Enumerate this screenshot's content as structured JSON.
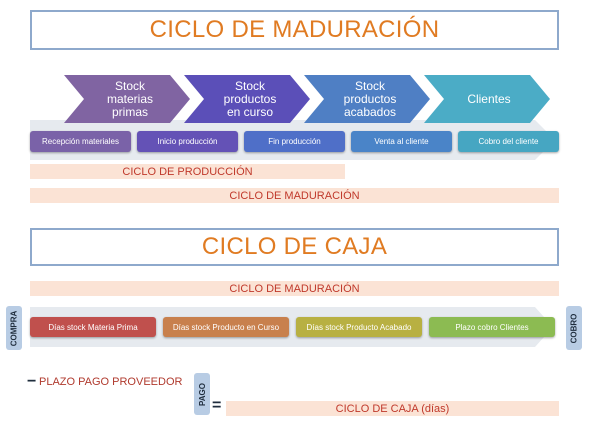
{
  "section1": {
    "title": "CICLO DE MADURACIÓN",
    "chevrons": [
      {
        "label": "Stock materias primas",
        "color": "#8064a2"
      },
      {
        "label": "Stock productos en curso",
        "color": "#5b4fb8"
      },
      {
        "label": "Stock productos acabados",
        "color": "#4f7fc4"
      },
      {
        "label": "Clientes",
        "color": "#4bacc6"
      }
    ],
    "milestones": [
      {
        "label": "Recepción materiales",
        "color": "#7a62a8"
      },
      {
        "label": "Inicio producción",
        "color": "#6452b6"
      },
      {
        "label": "Fin producción",
        "color": "#4f6fc8"
      },
      {
        "label": "Venta al cliente",
        "color": "#4a84c8"
      },
      {
        "label": "Cobro del cliente",
        "color": "#46a6c2"
      }
    ],
    "production_label": "CICLO DE PRODUCCIÓN",
    "maturation_label": "CICLO DE MADURACIÓN"
  },
  "section2": {
    "title": "CICLO DE CAJA",
    "maturation_label": "CICLO DE MADURACIÓN",
    "left_tab": "COMPRA",
    "right_tab": "COBRO",
    "segments": [
      {
        "label": "Días stock Materia Prima",
        "color": "#c0504d"
      },
      {
        "label": "Días stock Producto en Curso",
        "color": "#c8804d"
      },
      {
        "label": "Días stock Producto Acabado",
        "color": "#b8b042"
      },
      {
        "label": "Plazo cobro Clientes",
        "color": "#8cbb52"
      }
    ],
    "minus_symbol": "−",
    "supplier_label": "PLAZO PAGO PROVEEDOR",
    "pay_tab": "PAGO",
    "equals_symbol": "=",
    "result_label": "CICLO DE CAJA (días)"
  }
}
